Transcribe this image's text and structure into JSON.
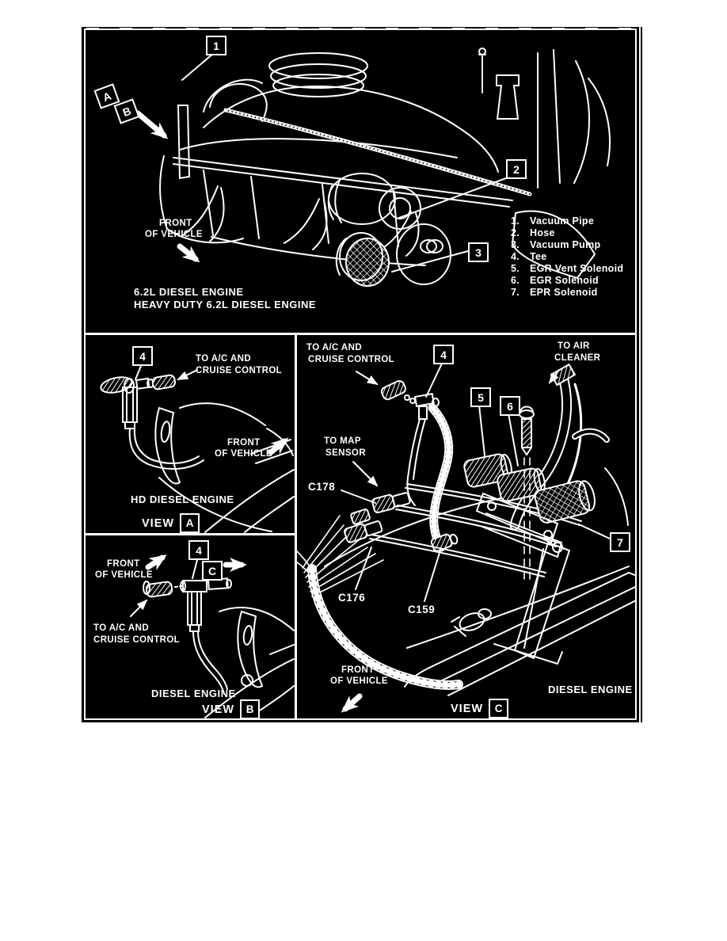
{
  "colors": {
    "page_bg": "#ffffff",
    "panel_bg": "#000000",
    "line": "#ffffff"
  },
  "legend": {
    "items": [
      {
        "num": "1.",
        "label": "Vacuum Pipe"
      },
      {
        "num": "2.",
        "label": "Hose"
      },
      {
        "num": "3.",
        "label": "Vacuum Pump"
      },
      {
        "num": "4.",
        "label": "Tee"
      },
      {
        "num": "5.",
        "label": "EGR Vent Solenoid"
      },
      {
        "num": "6.",
        "label": "EGR Solenoid"
      },
      {
        "num": "7.",
        "label": "EPR Solenoid"
      }
    ]
  },
  "main_view": {
    "callout_1": "1",
    "callout_2": "2",
    "callout_3": "3",
    "label_a": "A",
    "label_b": "B",
    "front_line1": "FRONT",
    "front_line2": "OF VEHICLE",
    "caption_line1": "6.2L DIESEL ENGINE",
    "caption_line2": "HEAVY DUTY 6.2L DIESEL ENGINE"
  },
  "view_a": {
    "callout_4": "4",
    "to_ac_line1": "TO A/C AND",
    "to_ac_line2": "CRUISE CONTROL",
    "front_line1": "FRONT",
    "front_line2": "OF VEHICLE",
    "caption": "HD DIESEL ENGINE",
    "view_label": "VIEW",
    "view_letter": "A"
  },
  "view_b": {
    "callout_4": "4",
    "label_c": "C",
    "front_line1": "FRONT",
    "front_line2": "OF VEHICLE",
    "to_ac_line1": "TO A/C AND",
    "to_ac_line2": "CRUISE CONTROL",
    "caption": "DIESEL ENGINE",
    "view_label": "VIEW",
    "view_letter": "B"
  },
  "view_c": {
    "to_ac_line1": "TO A/C AND",
    "to_ac_line2": "CRUISE CONTROL",
    "callout_4": "4",
    "callout_5": "5",
    "callout_6": "6",
    "callout_7": "7",
    "to_air_line1": "TO AIR",
    "to_air_line2": "CLEANER",
    "to_map_line1": "TO MAP",
    "to_map_line2": "SENSOR",
    "connector_c178": "C178",
    "connector_c176": "C176",
    "connector_c159": "C159",
    "front_line1": "FRONT",
    "front_line2": "OF VEHICLE",
    "caption": "DIESEL ENGINE",
    "view_label": "VIEW",
    "view_letter": "C"
  }
}
